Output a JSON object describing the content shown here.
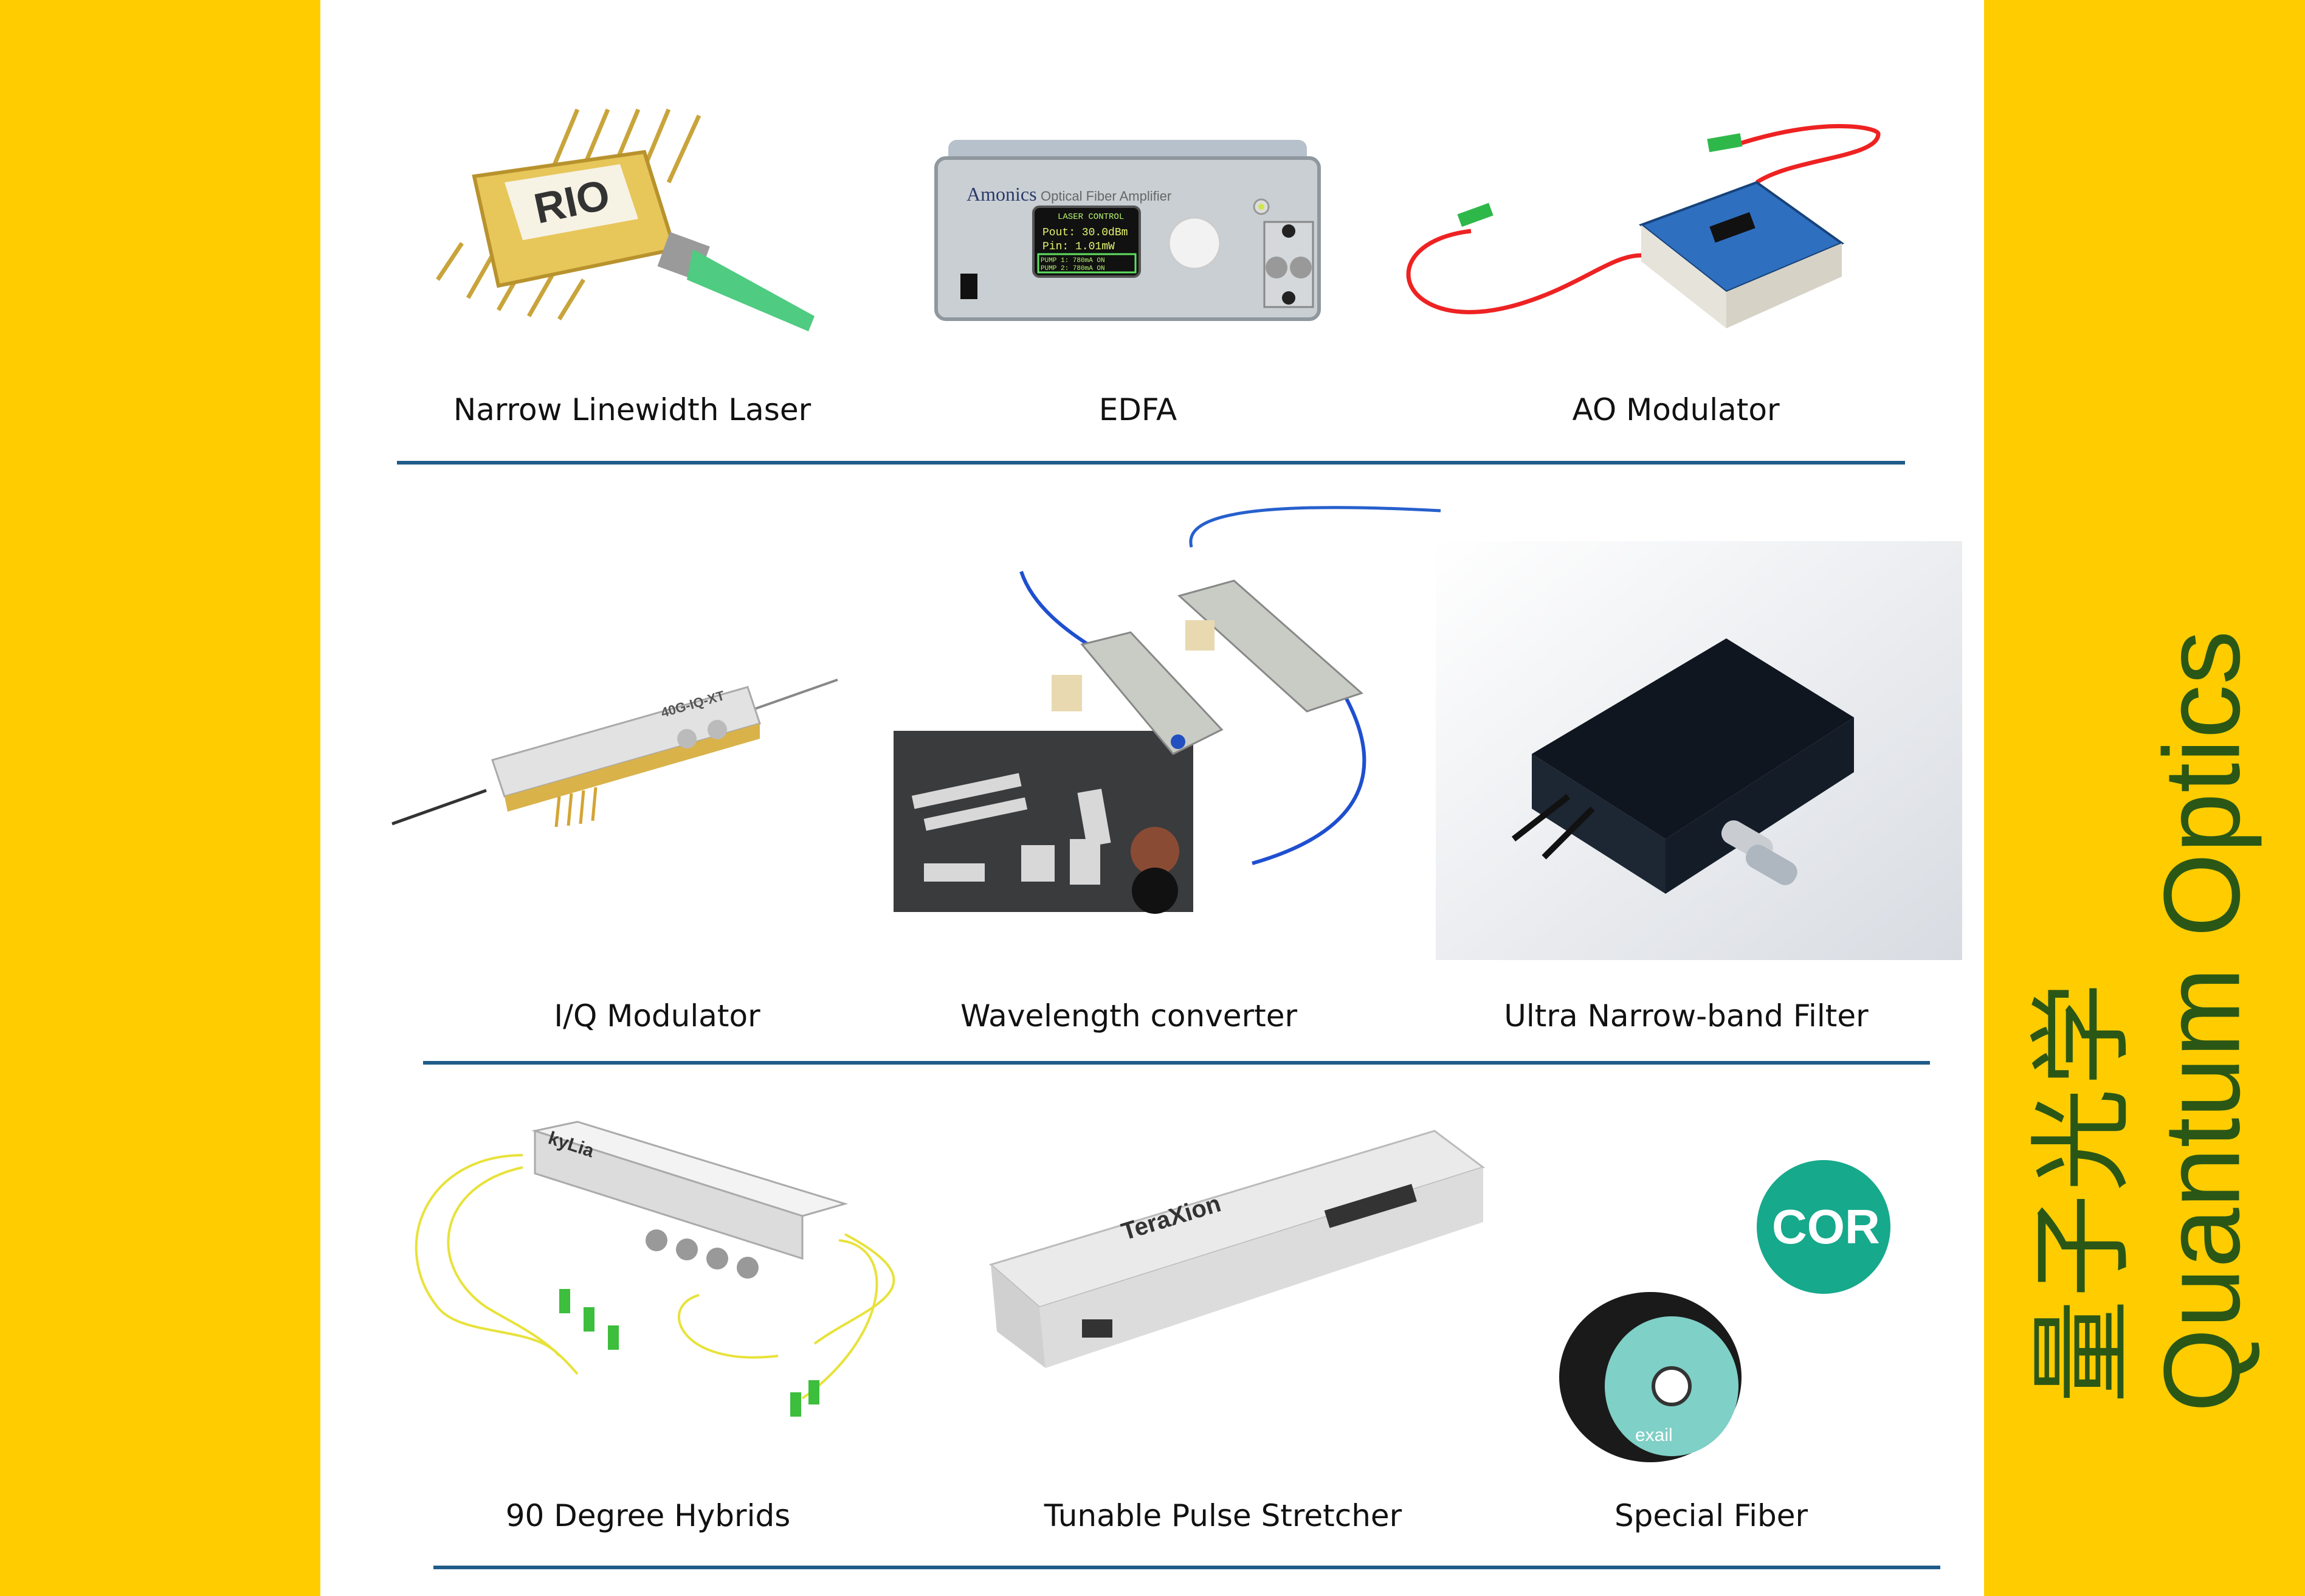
{
  "side_title": {
    "english": "Quantum Optics",
    "chinese": "量子光学"
  },
  "colors": {
    "panel": "#FFCC00",
    "title_text": "#2B5716",
    "divider": "#1F5C8A"
  },
  "rows": [
    {
      "products": [
        {
          "label": "Narrow Linewidth Laser",
          "logo": "RIO"
        },
        {
          "label": "EDFA",
          "logo": "Amonics",
          "screen": {
            "title": "LASER CONTROL",
            "pout": "Pout:  30.0dBm",
            "pin": "Pin:   1.01mW",
            "pump1": "PUMP 1:  780mA  ON",
            "pump2": "PUMP 2:  780mA  ON"
          },
          "panel_title": "Optical Fiber Amplifier"
        },
        {
          "label": "AO Modulator"
        }
      ]
    },
    {
      "products": [
        {
          "label": "I/Q Modulator",
          "logo": "40G-IQ-XT"
        },
        {
          "label": "Wavelength converter"
        },
        {
          "label": "Ultra Narrow-band Filter"
        }
      ]
    },
    {
      "products": [
        {
          "label": "90 Degree Hybrids",
          "logo": "kyLia"
        },
        {
          "label": "Tunable Pulse Stretcher",
          "logo": "TeraXion"
        },
        {
          "label": "Special Fiber",
          "logo": "COR",
          "logo2": "exail"
        }
      ]
    }
  ]
}
